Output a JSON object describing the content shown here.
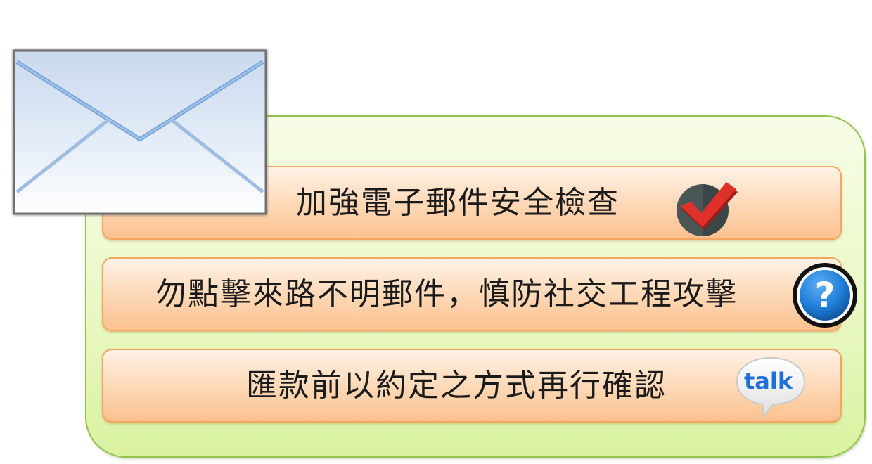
{
  "items": [
    {
      "label": "加強電子郵件安全檢查",
      "icon": "checkmark-icon"
    },
    {
      "label": "勿點擊來路不明郵件，慎防社交工程攻擊",
      "icon": "question-mark-icon"
    },
    {
      "label": "匯款前以約定之方式再行確認",
      "icon": "talk-bubble-icon",
      "icon_text": "talk"
    }
  ],
  "header_icon": "envelope-icon",
  "colors": {
    "panel_border": "#93c24e",
    "panel_fill": "#eaf8c6",
    "bar_border": "#f5a55e",
    "bar_fill": "#fddcbd",
    "check_red": "#e0302a",
    "check_disc": "#4a5556",
    "question_blue": "#1f7ed8",
    "envelope_line": "#7aa6d8"
  }
}
